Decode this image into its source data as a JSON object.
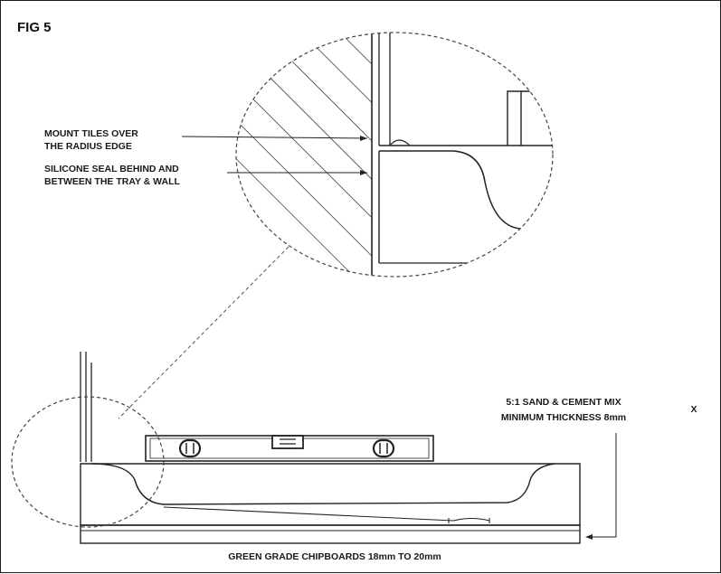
{
  "figure": {
    "title": "FIG 5",
    "callouts": {
      "mount_tiles": [
        "MOUNT TILES OVER",
        "THE RADIUS EDGE"
      ],
      "silicone_seal": [
        "SILICONE SEAL BEHIND AND",
        "BETWEEN THE TRAY & WALL"
      ],
      "sand_cement": [
        "5:1 SAND & CEMENT MIX",
        "MINIMUM THICKNESS 8mm"
      ],
      "marker": "X",
      "chipboards": "GREEN GRADE CHIPBOARDS 18mm TO 20mm"
    }
  }
}
